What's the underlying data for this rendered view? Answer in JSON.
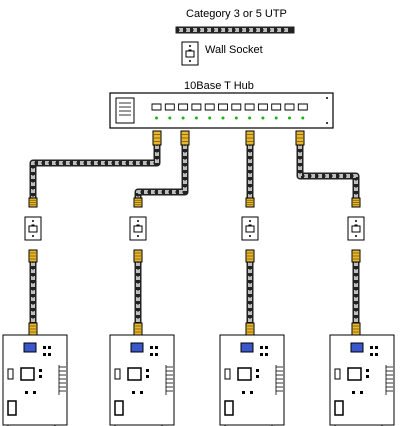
{
  "legend": {
    "cable_label": "Category 3 or 5 UTP",
    "cable_icon": "twisted-pair-cable-icon",
    "socket_label": "Wall Socket",
    "socket_icon": "wall-socket-icon"
  },
  "hub": {
    "label": "10Base T Hub",
    "port_count": 12,
    "port_light_color": "#19b219"
  },
  "stations": [
    {
      "id": 1,
      "socket_icon": "wall-socket-icon",
      "nic_icon": "network-card-icon"
    },
    {
      "id": 2,
      "socket_icon": "wall-socket-icon",
      "nic_icon": "network-card-icon"
    },
    {
      "id": 3,
      "socket_icon": "wall-socket-icon",
      "nic_icon": "network-card-icon"
    },
    {
      "id": 4,
      "socket_icon": "wall-socket-icon",
      "nic_icon": "network-card-icon"
    }
  ],
  "colors": {
    "plug": "#e8b830",
    "nic_connector": "#3a56c8",
    "cable_dark": "#222222",
    "cable_light": "#bfbfbf"
  }
}
